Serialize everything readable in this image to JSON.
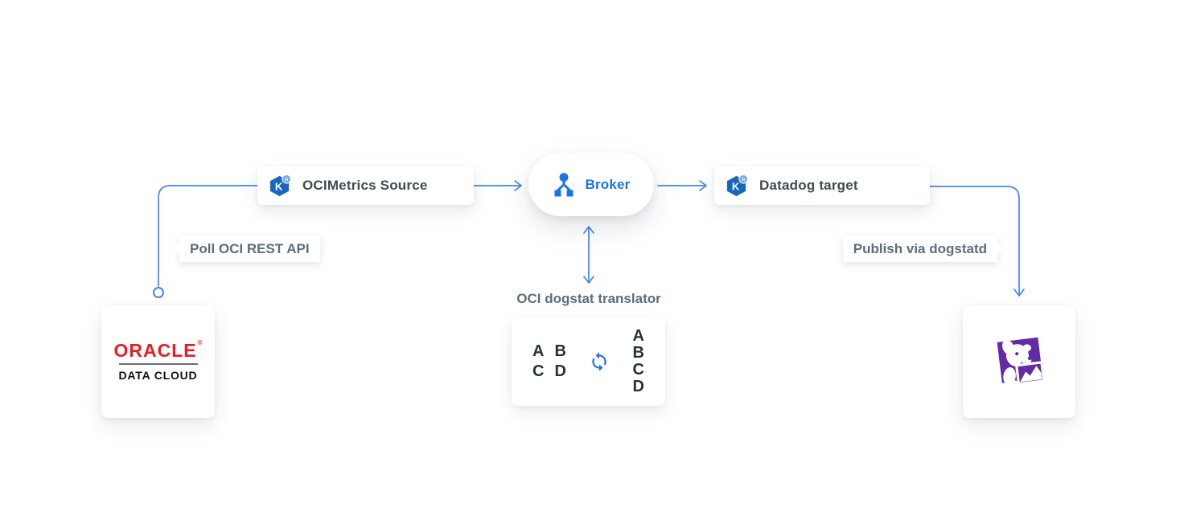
{
  "colors": {
    "connector_blue": "#4285f4",
    "broker_text_blue": "#1a73e8",
    "kafka_icon_blue": "#1767c0",
    "kafka_badge_blue": "#7ea9e0",
    "node_text": "#3f4b54",
    "annotation_text": "#5a6e7d",
    "oracle_red": "#ea1b22",
    "datadog_purple": "#632ca6"
  },
  "nodes": {
    "source": {
      "label": "OCIMetrics Source",
      "icon": "kafka-connect-icon",
      "icon_letter": "K",
      "icon_badge": "n"
    },
    "broker": {
      "label": "Broker",
      "icon": "broker-icon"
    },
    "target": {
      "label": "Datadog target",
      "icon": "kafka-connect-icon",
      "icon_letter": "K",
      "icon_badge": "n"
    },
    "oracle": {
      "wordmark": "ORACLE",
      "registered_mark": "®",
      "subtitle": "DATA CLOUD"
    },
    "datadog": {
      "icon": "datadog-dog-logo"
    },
    "translator": {
      "title": "OCI dogstat translator",
      "icon": "sync-icon",
      "input_rows": [
        [
          "A",
          "B"
        ],
        [
          "C",
          "D"
        ]
      ],
      "output_column": [
        "A",
        "B",
        "C",
        "D"
      ]
    }
  },
  "annotations": {
    "poll": "Poll OCI REST API",
    "publish": "Publish via dogstatd"
  }
}
